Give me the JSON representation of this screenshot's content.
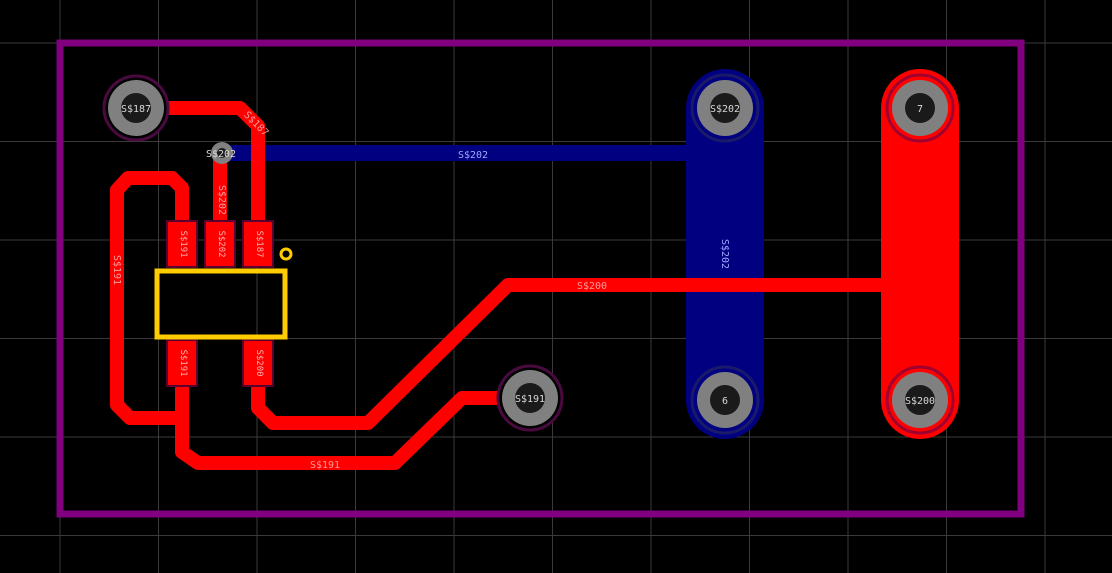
{
  "colors": {
    "background": "#000000",
    "grid": "#3a3a3a",
    "outline": "#800080",
    "top_copper": "#ff0000",
    "bottom_copper": "#000080",
    "silkscreen": "#ffcc00",
    "pad_ring": "#808080",
    "pad_hole": "#1a1a1a"
  },
  "pads": {
    "p187": "S$187",
    "p202": "S$202",
    "p7": "7",
    "p191": "S$191",
    "p6": "6",
    "p200": "S$200",
    "via": "S$202"
  },
  "traces": {
    "t187": "S$187",
    "t202v": "S$202",
    "t202h": "S$202",
    "t202b": "S$202",
    "t191v": "S$191",
    "t200": "S$200",
    "t191b": "S$191"
  },
  "smd": {
    "u1": "S$191",
    "u2": "S$202",
    "u3": "S$187",
    "l1": "S$191",
    "l2": "S$200"
  }
}
